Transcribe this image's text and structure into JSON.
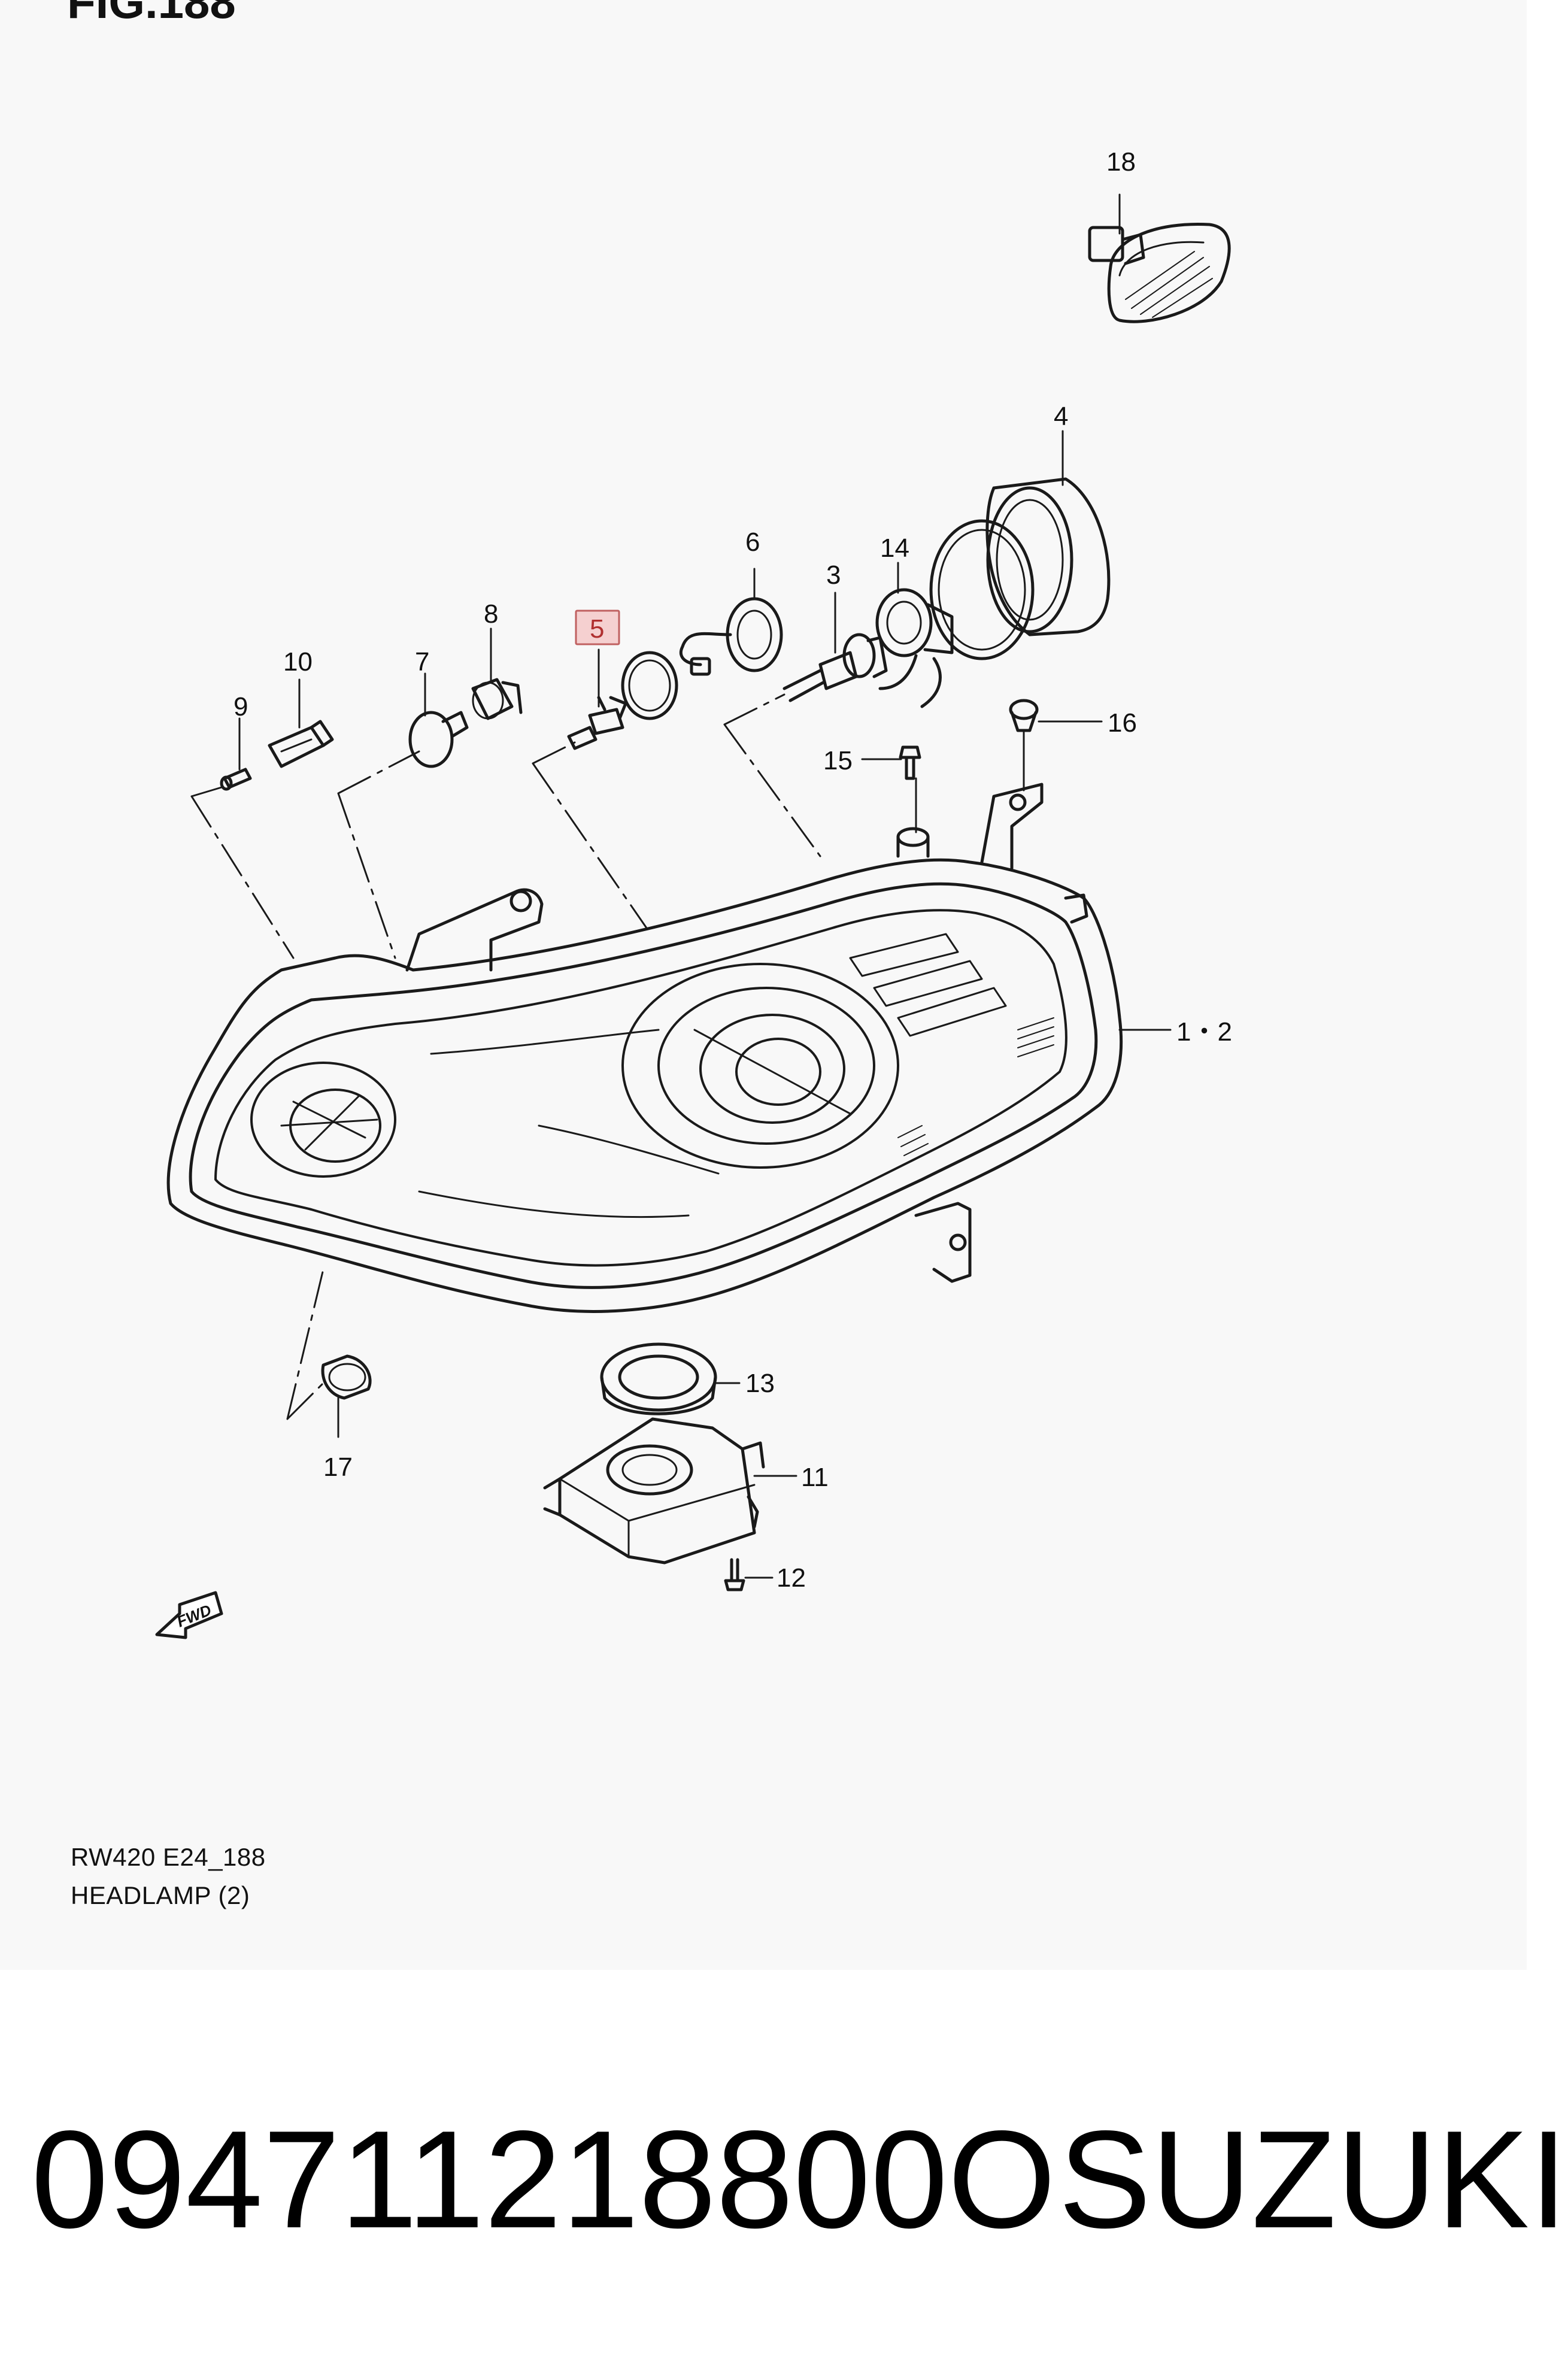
{
  "figure": {
    "title": "FIG.188"
  },
  "diagram": {
    "callouts": [
      {
        "id": "1-2",
        "text": "1・2"
      },
      {
        "id": "3",
        "text": "3"
      },
      {
        "id": "4",
        "text": "4"
      },
      {
        "id": "5",
        "text": "5",
        "highlighted": true
      },
      {
        "id": "6",
        "text": "6"
      },
      {
        "id": "7",
        "text": "7"
      },
      {
        "id": "8",
        "text": "8"
      },
      {
        "id": "9",
        "text": "9"
      },
      {
        "id": "10",
        "text": "10"
      },
      {
        "id": "11",
        "text": "11"
      },
      {
        "id": "12",
        "text": "12"
      },
      {
        "id": "13",
        "text": "13"
      },
      {
        "id": "14",
        "text": "14"
      },
      {
        "id": "15",
        "text": "15"
      },
      {
        "id": "16",
        "text": "16"
      },
      {
        "id": "17",
        "text": "17"
      },
      {
        "id": "18",
        "text": "18"
      }
    ],
    "fwd_label": "FWD",
    "highlight_color": "#e8a0a0"
  },
  "caption": {
    "code": "RW420 E24_188",
    "title": "HEADLAMP (2)"
  },
  "listing": {
    "part_number": "094711218800O",
    "brand": "SUZUKI"
  }
}
